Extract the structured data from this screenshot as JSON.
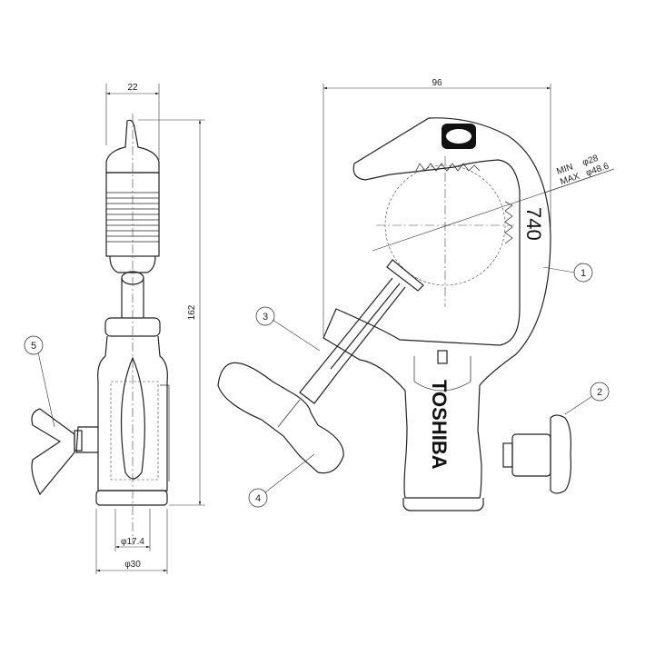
{
  "dimensions": {
    "side_width": "22",
    "total_height": "162",
    "inner_diameter": "φ17.4",
    "outer_diameter": "φ30",
    "overall_width": "96",
    "pipe_min_label": "MIN",
    "pipe_min_value": "φ28",
    "pipe_max_label": "MAX",
    "pipe_max_value": "φ48.6"
  },
  "labels": {
    "model": "740",
    "brand": "TOSHIBA"
  },
  "callouts": [
    "1",
    "2",
    "3",
    "4",
    "5"
  ]
}
